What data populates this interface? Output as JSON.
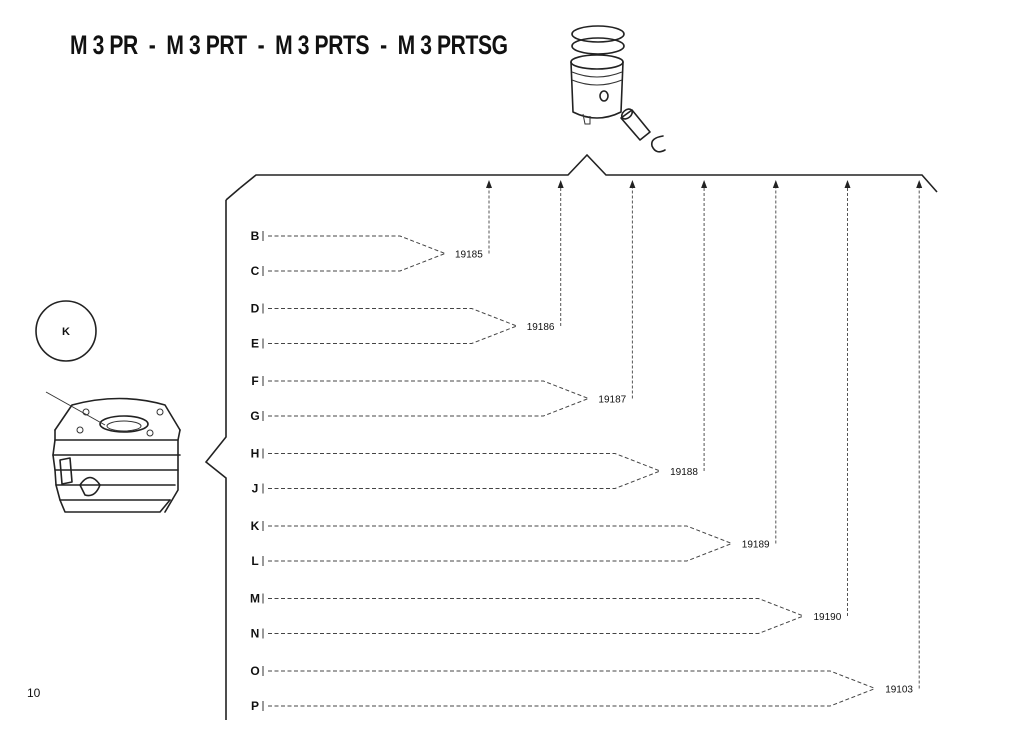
{
  "header": {
    "title": "M 3 PR  -  M 3 PRT  -  M 3 PRTS  -  M 3 PRTSG"
  },
  "page_number": "10",
  "callout": {
    "letter": "K"
  },
  "groups": [
    {
      "code": "19185",
      "letters": [
        "B",
        "C"
      ]
    },
    {
      "code": "19186",
      "letters": [
        "D",
        "E"
      ]
    },
    {
      "code": "19187",
      "letters": [
        "F",
        "G"
      ]
    },
    {
      "code": "19188",
      "letters": [
        "H",
        "J"
      ]
    },
    {
      "code": "19189",
      "letters": [
        "K",
        "L"
      ]
    },
    {
      "code": "19190",
      "letters": [
        "M",
        "N"
      ]
    },
    {
      "code": "19103",
      "letters": [
        "O",
        "P"
      ]
    }
  ]
}
